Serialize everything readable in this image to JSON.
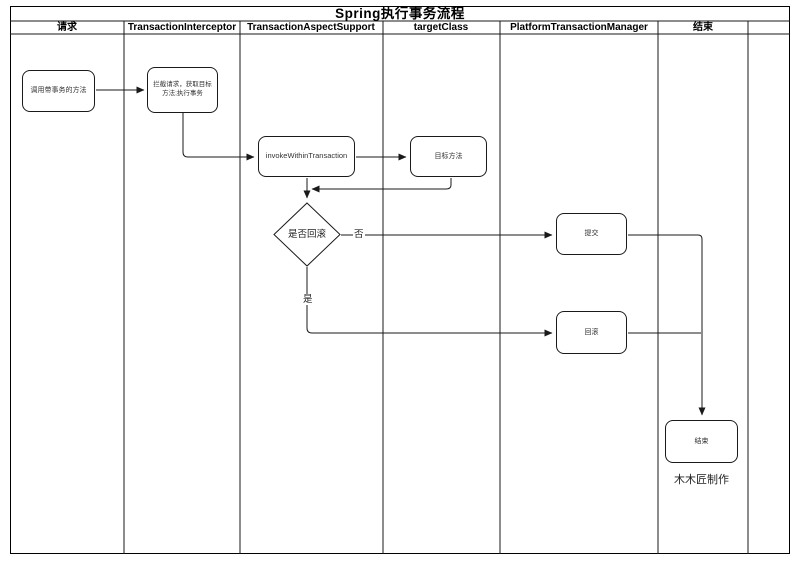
{
  "title": "Spring执行事务流程",
  "lanes": [
    {
      "label": "请求"
    },
    {
      "label": "TransactionInterceptor"
    },
    {
      "label": "TransactionAspectSupport"
    },
    {
      "label": "targetClass"
    },
    {
      "label": "PlatformTransactionManager"
    },
    {
      "label": "结束"
    },
    {
      "label": ""
    }
  ],
  "nodes": {
    "call_method": {
      "label": "调用带事务的方法"
    },
    "intercept": {
      "label": "拦截请求，获取目标方法;执行事务"
    },
    "invoke_within_transaction": {
      "label": "invokeWithinTransaction"
    },
    "target_method": {
      "label": "目标方法"
    },
    "rollback_decision": {
      "label": "是否回滚"
    },
    "commit": {
      "label": "提交"
    },
    "rollback": {
      "label": "回滚"
    },
    "end": {
      "label": "结束"
    }
  },
  "edge_labels": {
    "no": "否",
    "yes": "是"
  },
  "credit": "木木匠制作",
  "colors": {
    "line": "#1a1a1a",
    "node_fill": "#ffffff",
    "background": "#ffffff",
    "text": "#333333"
  }
}
